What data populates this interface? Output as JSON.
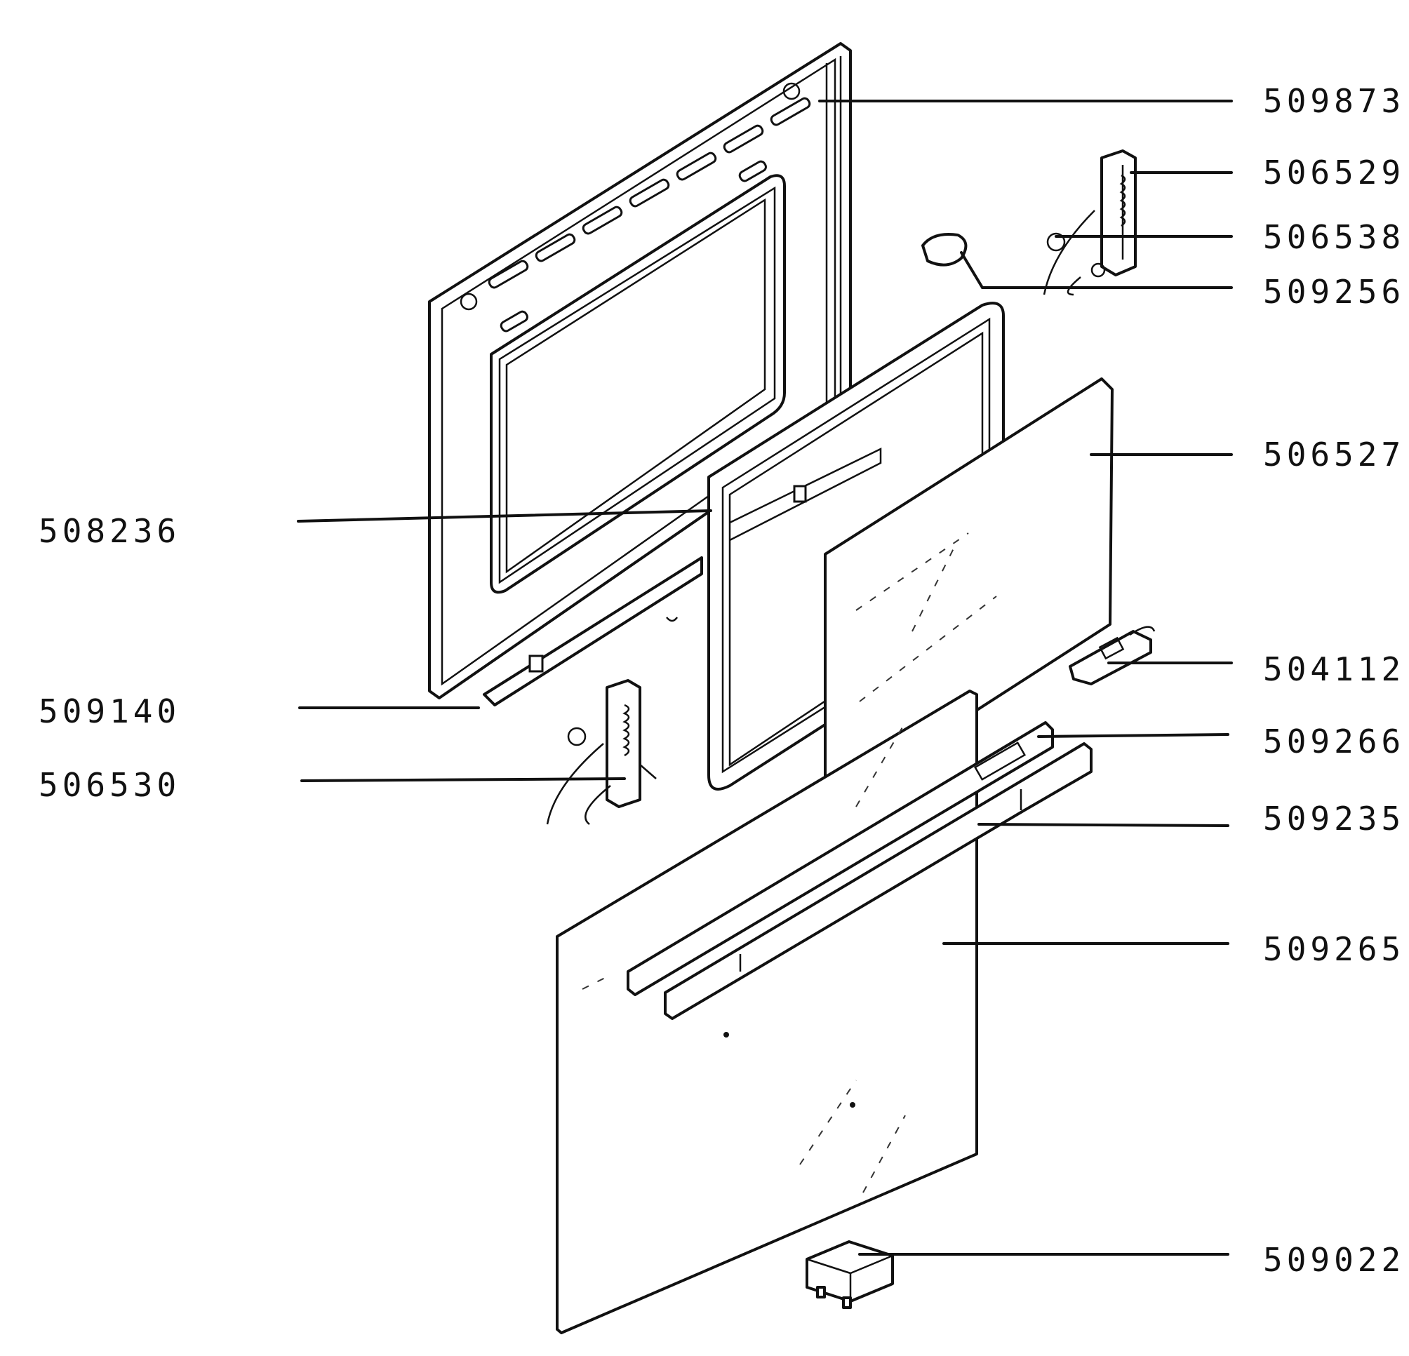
{
  "diagram": {
    "labels": {
      "p509873": "509873",
      "p506529": "506529",
      "p506538": "506538",
      "p509256": "509256",
      "p506527": "506527",
      "p508236": "508236",
      "p504112": "504112",
      "p509140": "509140",
      "p509266": "509266",
      "p506530": "506530",
      "p509235": "509235",
      "p509265": "509265",
      "p509022": "509022"
    },
    "colors": {
      "ink": "#111111",
      "background": "#ffffff"
    }
  }
}
